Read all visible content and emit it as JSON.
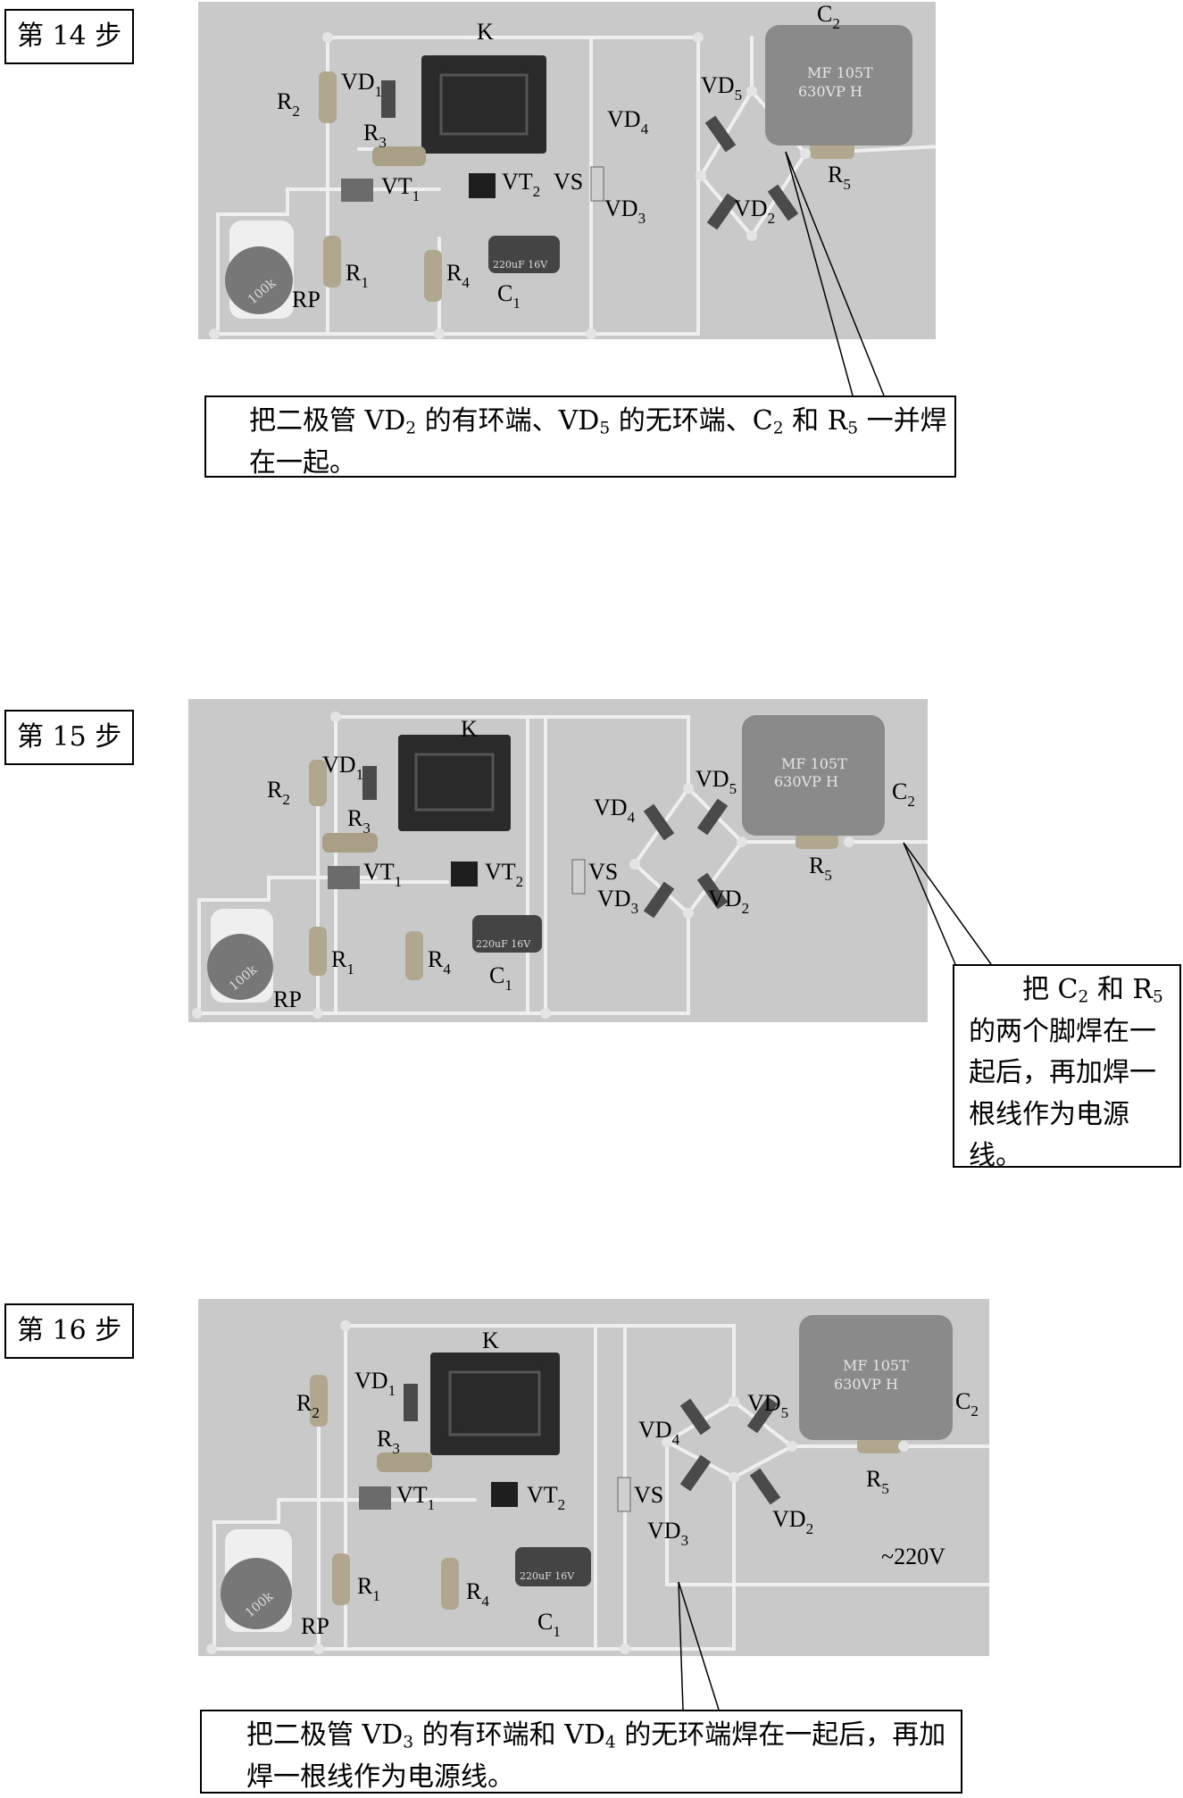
{
  "steps": [
    {
      "label": "第 14 步",
      "callout": {
        "parts": [
          {
            "t": "把二极管 VD"
          },
          {
            "sub": "2"
          },
          {
            "t": " 的有环端、VD"
          },
          {
            "sub": "5"
          },
          {
            "t": " 的无环端、C"
          },
          {
            "sub": "2"
          },
          {
            "t": " 和 R"
          },
          {
            "sub": "5"
          },
          {
            "t": " 一并焊在一起。"
          }
        ]
      },
      "labels": [
        {
          "k": "K",
          "n": "K"
        },
        {
          "k": "C2",
          "n": "C",
          "s": "2"
        },
        {
          "k": "R2",
          "n": "R",
          "s": "2"
        },
        {
          "k": "VD1",
          "n": "VD",
          "s": "1"
        },
        {
          "k": "R3",
          "n": "R",
          "s": "3"
        },
        {
          "k": "VT1",
          "n": "VT",
          "s": "1"
        },
        {
          "k": "VT2",
          "n": "VT",
          "s": "2"
        },
        {
          "k": "VS",
          "n": "VS"
        },
        {
          "k": "VD4",
          "n": "VD",
          "s": "4"
        },
        {
          "k": "VD5",
          "n": "VD",
          "s": "5"
        },
        {
          "k": "R5",
          "n": "R",
          "s": "5"
        },
        {
          "k": "VD3",
          "n": "VD",
          "s": "3"
        },
        {
          "k": "VD2",
          "n": "VD",
          "s": "2"
        },
        {
          "k": "R1",
          "n": "R",
          "s": "1"
        },
        {
          "k": "R4",
          "n": "R",
          "s": "4"
        },
        {
          "k": "RP",
          "n": "RP"
        },
        {
          "k": "C1",
          "n": "C",
          "s": "1"
        }
      ]
    },
    {
      "label": "第 15 步",
      "callout": {
        "parts": [
          {
            "t": "把 C"
          },
          {
            "sub": "2"
          },
          {
            "t": " 和 R"
          },
          {
            "sub": "5"
          },
          {
            "t": " 的两个脚焊在一起后，再加焊一根线作为电源线。"
          }
        ]
      },
      "labels": [
        {
          "k": "K",
          "n": "K"
        },
        {
          "k": "VD1",
          "n": "VD",
          "s": "1"
        },
        {
          "k": "R2",
          "n": "R",
          "s": "2"
        },
        {
          "k": "R3",
          "n": "R",
          "s": "3"
        },
        {
          "k": "VT1",
          "n": "VT",
          "s": "1"
        },
        {
          "k": "VT2",
          "n": "VT",
          "s": "2"
        },
        {
          "k": "VS",
          "n": "VS"
        },
        {
          "k": "VD4",
          "n": "VD",
          "s": "4"
        },
        {
          "k": "VD5",
          "n": "VD",
          "s": "5"
        },
        {
          "k": "C2",
          "n": "C",
          "s": "2"
        },
        {
          "k": "R5",
          "n": "R",
          "s": "5"
        },
        {
          "k": "VD3",
          "n": "VD",
          "s": "3"
        },
        {
          "k": "VD2",
          "n": "VD",
          "s": "2"
        },
        {
          "k": "R1",
          "n": "R",
          "s": "1"
        },
        {
          "k": "R4",
          "n": "R",
          "s": "4"
        },
        {
          "k": "C1",
          "n": "C",
          "s": "1"
        },
        {
          "k": "RP",
          "n": "RP"
        }
      ]
    },
    {
      "label": "第 16 步",
      "callout": {
        "parts": [
          {
            "t": "把二极管 VD"
          },
          {
            "sub": "3"
          },
          {
            "t": " 的有环端和 VD"
          },
          {
            "sub": "4"
          },
          {
            "t": " 的无环端焊在一起后，再加焊一根线作为电源线。"
          }
        ]
      },
      "labels": [
        {
          "k": "K",
          "n": "K"
        },
        {
          "k": "VD1",
          "n": "VD",
          "s": "1"
        },
        {
          "k": "R2",
          "n": "R",
          "s": "2"
        },
        {
          "k": "R3",
          "n": "R",
          "s": "3"
        },
        {
          "k": "VT1",
          "n": "VT",
          "s": "1"
        },
        {
          "k": "VT2",
          "n": "VT",
          "s": "2"
        },
        {
          "k": "VS",
          "n": "VS"
        },
        {
          "k": "VD4",
          "n": "VD",
          "s": "4"
        },
        {
          "k": "VD5",
          "n": "VD",
          "s": "5"
        },
        {
          "k": "C2",
          "n": "C",
          "s": "2"
        },
        {
          "k": "R5",
          "n": "R",
          "s": "5"
        },
        {
          "k": "VD3",
          "n": "VD",
          "s": "3"
        },
        {
          "k": "VD2",
          "n": "VD",
          "s": "2"
        },
        {
          "k": "R1",
          "n": "R",
          "s": "1"
        },
        {
          "k": "R4",
          "n": "R",
          "s": "4"
        },
        {
          "k": "RP",
          "n": "RP"
        },
        {
          "k": "C1",
          "n": "C",
          "s": "1"
        },
        {
          "k": "AC",
          "n": "~220V"
        }
      ]
    }
  ],
  "component_markings": {
    "c2_line1": "MF 105T",
    "c2_line2": "630VP H",
    "c1": "220uF 16V",
    "rp": "100k"
  },
  "colors": {
    "photo_bg": "#c9c9c9",
    "wire": "#efefef",
    "relay": "#2a2a2a",
    "capacitor": "#8a8a8a"
  }
}
